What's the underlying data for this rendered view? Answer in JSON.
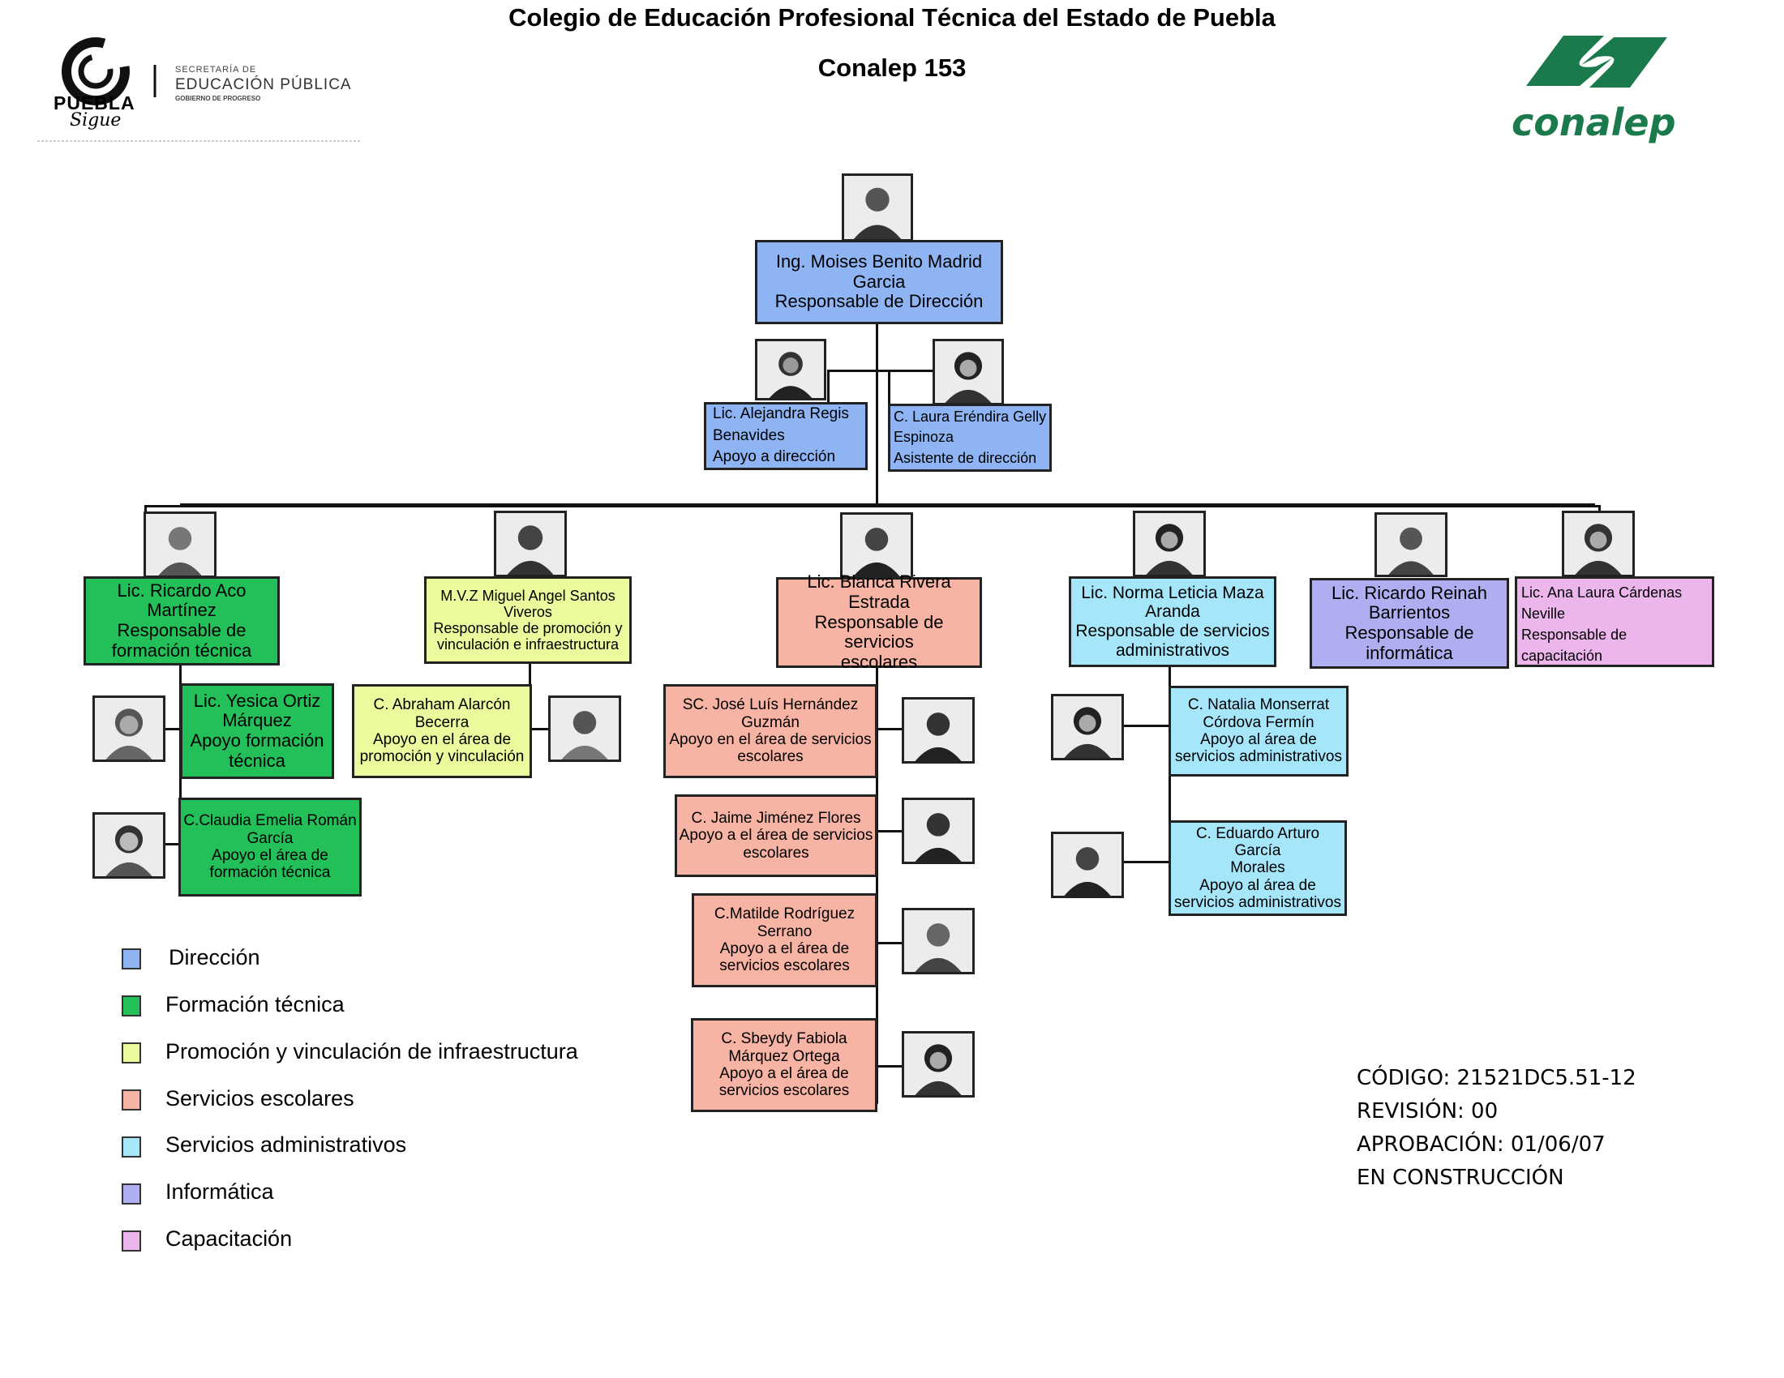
{
  "header": {
    "title": "Colegio de Educación Profesional Técnica del Estado de Puebla",
    "subtitle": "Conalep 153"
  },
  "logos": {
    "left": {
      "line1": "SECRETARÍA DE",
      "line2": "EDUCACIÓN PÚBLICA",
      "line3": "GOBIERNO DE PROGRESO",
      "word1": "PUEBLA",
      "word2": "Sigue"
    },
    "right": {
      "word": "conalep",
      "color": "#1a7a4c"
    }
  },
  "colors": {
    "direccion": "#8eb4f4",
    "formacion_tecnica": "#23c05a",
    "promocion": "#ecf99c",
    "servicios_escolares": "#f7b3a3",
    "servicios_administrativos": "#a6e6fb",
    "informatica": "#aeaef0",
    "capacitacion": "#ecb6ec"
  },
  "org": {
    "director": {
      "l1": "Ing. Moises Benito Madrid",
      "l2": "Garcia",
      "l3": "Responsable de Dirección"
    },
    "apoyo1": {
      "l1": "Lic. Alejandra Regis",
      "l2": "Benavides",
      "l3": "Apoyo a dirección"
    },
    "apoyo2": {
      "l1": "C. Laura Eréndira Gelly",
      "l2": "Espinoza",
      "l3": "Asistente de dirección"
    },
    "ft_head": {
      "l1": "Lic. Ricardo Aco",
      "l2": "Martínez",
      "l3": "Responsable de",
      "l4": "formación técnica"
    },
    "ft_1": {
      "l1": "Lic. Yesica Ortiz",
      "l2": "Márquez",
      "l3": "Apoyo formación",
      "l4": "técnica"
    },
    "ft_2": {
      "l1": "C.Claudia Emelia Román",
      "l2": "García",
      "l3": "Apoyo el área de",
      "l4": "formación técnica"
    },
    "pv_head": {
      "l1": "M.V.Z Miguel Angel Santos",
      "l2": "Viveros",
      "l3": "Responsable de promoción y",
      "l4": "vinculación e infraestructura"
    },
    "pv_1": {
      "l1": "C. Abraham Alarcón",
      "l2": "Becerra",
      "l3": "Apoyo en el área de",
      "l4": "promoción y vinculación"
    },
    "se_head": {
      "l1": "Lic. Blanca Rivera",
      "l2": "Estrada",
      "l3": "Responsable de servicios",
      "l4": "escolares"
    },
    "se_1": {
      "l1": "SC. José Luís Hernández",
      "l2": "Guzmán",
      "l3": "Apoyo en el área de servicios",
      "l4": "escolares"
    },
    "se_2": {
      "l1": "C. Jaime Jiménez Flores",
      "l2": "Apoyo a el área de servicios",
      "l3": "escolares"
    },
    "se_3": {
      "l1": "C.Matilde Rodríguez",
      "l2": "Serrano",
      "l3": "Apoyo a el área de",
      "l4": "servicios escolares"
    },
    "se_4": {
      "l1": "C. Sbeydy Fabiola",
      "l2": "Márquez Ortega",
      "l3": "Apoyo a el área de",
      "l4": "servicios escolares"
    },
    "sa_head": {
      "l1": "Lic. Norma Leticia Maza",
      "l2": "Aranda",
      "l3": "Responsable de servicios",
      "l4": "administrativos"
    },
    "sa_1": {
      "l1": "C. Natalia Monserrat",
      "l2": "Córdova Fermín",
      "l3": "Apoyo al área de",
      "l4": "servicios administrativos"
    },
    "sa_2": {
      "l1": "C. Eduardo Arturo García",
      "l2": "Morales",
      "l3": "Apoyo al área de",
      "l4": "servicios administrativos"
    },
    "inf_head": {
      "l1": "Lic. Ricardo Reinah",
      "l2": "Barrientos",
      "l3": "Responsable de",
      "l4": "informática"
    },
    "cap_head": {
      "l1": "Lic. Ana Laura Cárdenas",
      "l2": "Neville",
      "l3": "Responsable de capacitación"
    }
  },
  "legend": [
    {
      "label": "Dirección",
      "color": "#8eb4f4"
    },
    {
      "label": "Formación técnica",
      "color": "#23c05a"
    },
    {
      "label": "Promoción y vinculación de infraestructura",
      "color": "#ecf99c"
    },
    {
      "label": "Servicios escolares",
      "color": "#f7b3a3"
    },
    {
      "label": "Servicios administrativos",
      "color": "#a6e6fb"
    },
    {
      "label": "Informática",
      "color": "#aeaef0"
    },
    {
      "label": "Capacitación",
      "color": "#ecb6ec"
    }
  ],
  "document": {
    "codigo": "CÓDIGO: 21521DC5.51-12",
    "revision": "REVISIÓN: 00",
    "aprobacion": "APROBACIÓN: 01/06/07",
    "estado": "EN CONSTRUCCIÓN"
  }
}
